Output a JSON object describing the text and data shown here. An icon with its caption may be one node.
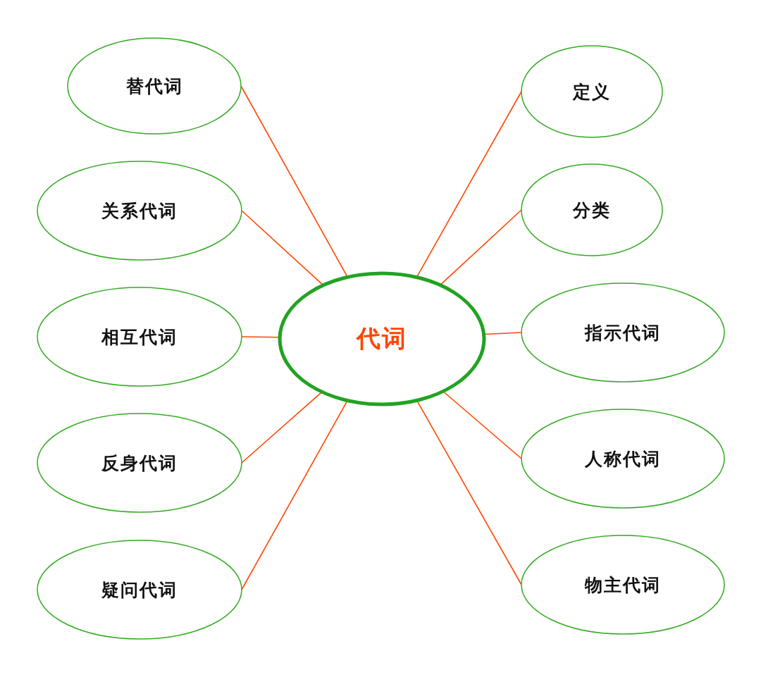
{
  "diagram": {
    "nodes": [
      {
        "text": [
          "代词"
        ]
      },
      {
        "text": [
          "替代词"
        ]
      },
      {
        "text": [
          "关系代词"
        ]
      },
      {
        "text": [
          "相互代词"
        ]
      },
      {
        "text": [
          "反身代词"
        ]
      },
      {
        "text": [
          "疑问代词"
        ]
      },
      {
        "text": [
          "定义"
        ]
      },
      {
        "text": [
          "分类"
        ]
      },
      {
        "text": [
          "指示代词"
        ]
      },
      {
        "text": [
          "人称代词"
        ]
      },
      {
        "text": [
          "物主代词"
        ]
      }
    ],
    "edges": [
      {
        "from": 0,
        "to": 1,
        "arrow": "none"
      },
      {
        "from": 0,
        "to": 2,
        "arrow": "none"
      },
      {
        "from": 0,
        "to": 3,
        "arrow": "none"
      },
      {
        "from": 0,
        "to": 4,
        "arrow": "none"
      },
      {
        "from": 0,
        "to": 5,
        "arrow": "none"
      },
      {
        "from": 0,
        "to": 6,
        "arrow": "none"
      },
      {
        "from": 0,
        "to": 7,
        "arrow": "none"
      },
      {
        "from": 0,
        "to": 8,
        "arrow": "none"
      },
      {
        "from": 0,
        "to": 9,
        "arrow": "none"
      },
      {
        "from": 0,
        "to": 10,
        "arrow": "none"
      }
    ]
  }
}
